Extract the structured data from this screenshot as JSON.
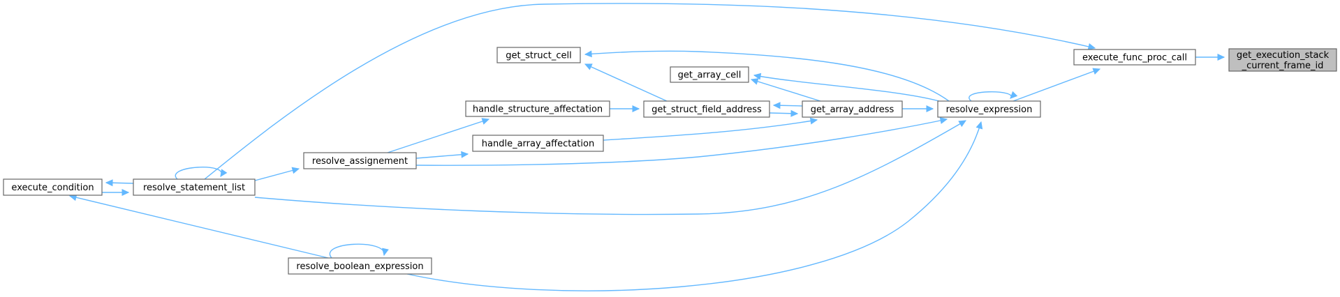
{
  "graph": {
    "title": "",
    "edge_color": "#63b8ff",
    "node_border_color": "#666666",
    "focus_fill_color": "#bfbfbf",
    "nodes": {
      "get_execution_stack_current_frame_id": {
        "lines": [
          "get_execution_stack",
          "_current_frame_id"
        ],
        "focus": true
      },
      "execute_func_proc_call": {
        "lines": [
          "execute_func_proc_call"
        ]
      },
      "resolve_expression": {
        "lines": [
          "resolve_expression"
        ]
      },
      "get_array_address": {
        "lines": [
          "get_array_address"
        ]
      },
      "get_struct_field_address": {
        "lines": [
          "get_struct_field_address"
        ]
      },
      "get_struct_cell": {
        "lines": [
          "get_struct_cell"
        ]
      },
      "get_array_cell": {
        "lines": [
          "get_array_cell"
        ]
      },
      "handle_structure_affectation": {
        "lines": [
          "handle_structure_affectation"
        ]
      },
      "handle_array_affectation": {
        "lines": [
          "handle_array_affectation"
        ]
      },
      "resolve_assignement": {
        "lines": [
          "resolve_assignement"
        ]
      },
      "resolve_statement_list": {
        "lines": [
          "resolve_statement_list"
        ]
      },
      "execute_condition": {
        "lines": [
          "execute_condition"
        ]
      },
      "resolve_boolean_expression": {
        "lines": [
          "resolve_boolean_expression"
        ]
      }
    },
    "edges": [
      {
        "from": "execute_func_proc_call",
        "to": "get_execution_stack_current_frame_id"
      },
      {
        "from": "resolve_expression",
        "to": "execute_func_proc_call"
      },
      {
        "from": "resolve_statement_list",
        "to": "execute_func_proc_call"
      },
      {
        "from": "resolve_expression",
        "to": "resolve_expression"
      },
      {
        "from": "get_array_address",
        "to": "resolve_expression"
      },
      {
        "from": "resolve_expression",
        "to": "get_struct_cell"
      },
      {
        "from": "resolve_expression",
        "to": "get_array_cell"
      },
      {
        "from": "get_array_address",
        "to": "get_array_cell"
      },
      {
        "from": "get_array_address",
        "to": "get_struct_field_address"
      },
      {
        "from": "get_struct_field_address",
        "to": "get_array_address"
      },
      {
        "from": "get_struct_field_address",
        "to": "get_struct_cell"
      },
      {
        "from": "handle_structure_affectation",
        "to": "get_struct_field_address"
      },
      {
        "from": "handle_array_affectation",
        "to": "get_array_address"
      },
      {
        "from": "resolve_assignement",
        "to": "handle_structure_affectation"
      },
      {
        "from": "resolve_assignement",
        "to": "handle_array_affectation"
      },
      {
        "from": "resolve_assignement",
        "to": "resolve_expression"
      },
      {
        "from": "resolve_statement_list",
        "to": "resolve_assignement"
      },
      {
        "from": "resolve_statement_list",
        "to": "resolve_statement_list"
      },
      {
        "from": "resolve_statement_list",
        "to": "execute_condition"
      },
      {
        "from": "execute_condition",
        "to": "resolve_statement_list"
      },
      {
        "from": "resolve_statement_list",
        "to": "resolve_expression"
      },
      {
        "from": "resolve_boolean_expression",
        "to": "execute_condition"
      },
      {
        "from": "resolve_boolean_expression",
        "to": "resolve_boolean_expression"
      },
      {
        "from": "resolve_boolean_expression",
        "to": "resolve_expression"
      }
    ]
  }
}
